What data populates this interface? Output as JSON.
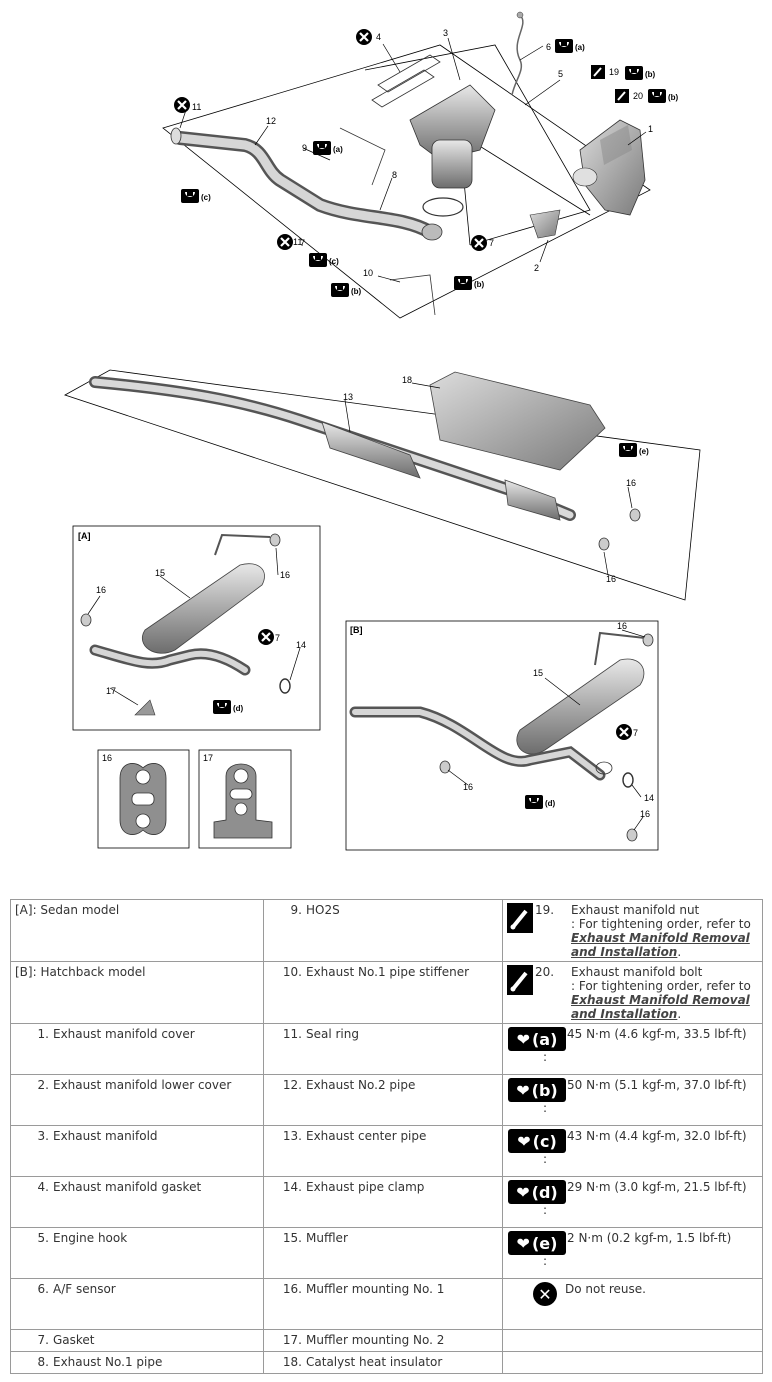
{
  "diagram": {
    "callouts": [
      "1",
      "2",
      "3",
      "4",
      "5",
      "6",
      "7",
      "8",
      "9",
      "10",
      "11",
      "12",
      "13",
      "14",
      "15",
      "16",
      "17",
      "18",
      "19",
      "20"
    ],
    "tags": [
      "(a)",
      "(b)",
      "(c)",
      "(d)",
      "(e)"
    ],
    "box_a": "[A]",
    "box_b": "[B]",
    "detail_16": "16",
    "detail_17": "17"
  },
  "legend": {
    "sedan": "[A]:  Sedan model",
    "hatchback": "[B]:  Hatchback model",
    "parts": [
      {
        "n": "1.",
        "label": "Exhaust manifold cover"
      },
      {
        "n": "2.",
        "label": "Exhaust manifold lower cover"
      },
      {
        "n": "3.",
        "label": "Exhaust manifold"
      },
      {
        "n": "4.",
        "label": "Exhaust manifold gasket"
      },
      {
        "n": "5.",
        "label": "Engine hook"
      },
      {
        "n": "6.",
        "label": "A/F sensor"
      },
      {
        "n": "7.",
        "label": "Gasket"
      },
      {
        "n": "8.",
        "label": "Exhaust No.1 pipe"
      },
      {
        "n": "9.",
        "label": "HO2S"
      },
      {
        "n": "10.",
        "label": "Exhaust No.1 pipe stiffener"
      },
      {
        "n": "11.",
        "label": "Seal ring"
      },
      {
        "n": "12.",
        "label": "Exhaust No.2 pipe"
      },
      {
        "n": "13.",
        "label": "Exhaust center pipe"
      },
      {
        "n": "14.",
        "label": "Exhaust pipe clamp"
      },
      {
        "n": "15.",
        "label": "Muffler"
      },
      {
        "n": "16.",
        "label": "Muffler mounting No. 1"
      },
      {
        "n": "17.",
        "label": "Muffler mounting No. 2"
      },
      {
        "n": "18.",
        "label": "Catalyst heat insulator"
      }
    ],
    "item19": {
      "n": "19.",
      "title": "Exhaust manifold nut",
      "note": ": For tightening order, refer to ",
      "link": "Exhaust Manifold Removal and Installation",
      "end": "."
    },
    "item20": {
      "n": "20.",
      "title": "Exhaust manifold bolt",
      "note": ": For tightening order, refer to ",
      "link": "Exhaust Manifold Removal and Installation",
      "end": "."
    },
    "torques": [
      {
        "tag": "(a)",
        "value": "45 N·m (4.6 kgf-m, 33.5 lbf-ft)"
      },
      {
        "tag": "(b)",
        "value": "50 N·m (5.1 kgf-m, 37.0 lbf-ft)"
      },
      {
        "tag": "(c)",
        "value": "43 N·m (4.4 kgf-m, 32.0 lbf-ft)"
      },
      {
        "tag": "(d)",
        "value": "29 N·m (3.0 kgf-m, 21.5 lbf-ft)"
      },
      {
        "tag": "(e)",
        "value": "2 N·m (0.2 kgf-m, 1.5 lbf-ft)"
      }
    ],
    "colon": ":",
    "do_not_reuse": "Do not reuse."
  },
  "colors": {
    "line": "#000000",
    "part_fill": "#b8b8b8",
    "border": "#9a9a9a"
  }
}
